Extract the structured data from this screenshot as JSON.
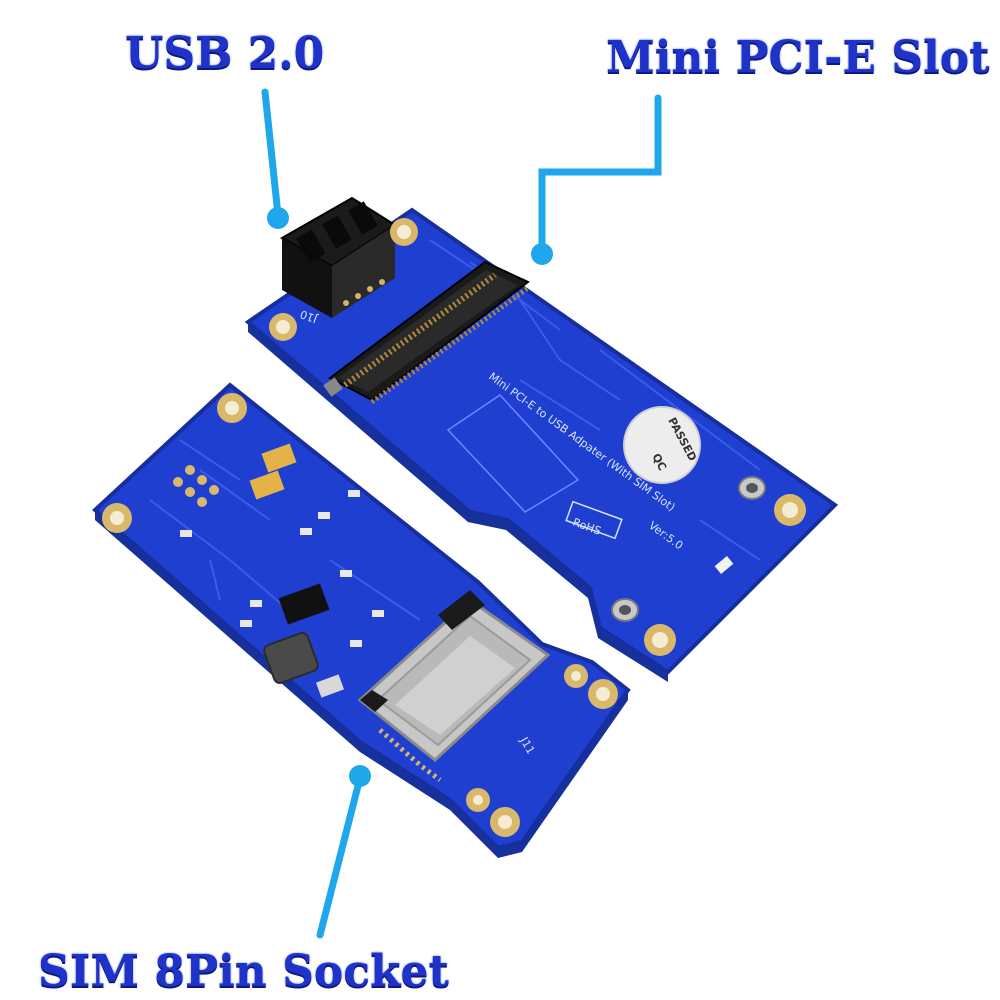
{
  "callouts": {
    "usb": "USB 2.0",
    "pcie_slot": "Mini PCI-E Slot",
    "sim_socket": "SIM 8Pin Socket"
  },
  "board_markings": {
    "adapter_title": "Mini PCI-E to USB Adpater (With SIM Slot)",
    "version": "Ver:5.0",
    "qc_line1": "QC",
    "qc_line2": "PASSED",
    "rohs": "RoHS",
    "usb_header_ref": "J10",
    "sim_socket_ref": "J11"
  },
  "colors": {
    "callout_text": "#1f33c9",
    "leader_line": "#1ea7ea",
    "pcb_blue": "#1f3fd1",
    "pcb_edge": "#162e9e"
  }
}
